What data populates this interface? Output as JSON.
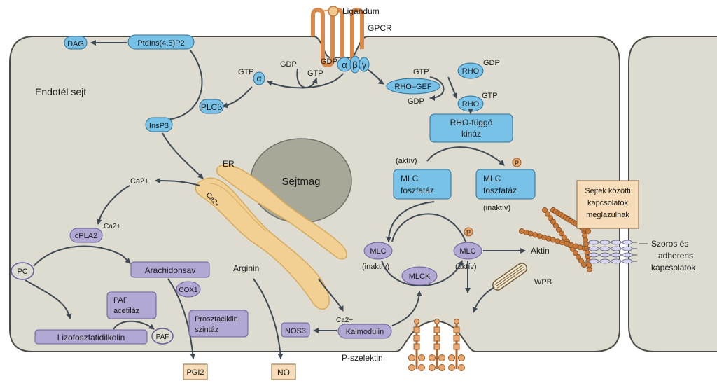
{
  "cell_label": "Endotél sejt",
  "nucleus_label": "Sejtmag",
  "er_label": "ER",
  "er_ca_label": "Ca2+",
  "ligand_label": "Ligandum",
  "gpcr_label": "GPCR",
  "nodes": {
    "dag": "DAG",
    "ptdins": "PtdIns(4,5)P2",
    "plcb": "PLCβ",
    "insp3": "InsP3",
    "alpha_small": "α",
    "alpha": "α",
    "beta": "β",
    "gamma": "γ",
    "rho_gef": "RHO–GEF",
    "rho_gdp": "RHO",
    "rho_gtp": "RHO",
    "rho_kinase_line1": "RHO-függő",
    "rho_kinase_line2": "kináz",
    "mlc_phos_active_line1": "MLC",
    "mlc_phos_active_line2": "foszfatáz",
    "mlc_phos_inactive_line1": "MLC",
    "mlc_phos_inactive_line2": "foszfatáz",
    "cpla2": "cPLA2",
    "pc": "PC",
    "arachidon": "Arachidonsav",
    "cox1": "COX1",
    "paf_acetylase_line1": "PAF",
    "paf_acetylase_line2": "acetiláz",
    "lyso": "Lizofoszfatidilkolin",
    "paf": "PAF",
    "prostacyclin_line1": "Prosztaciklin",
    "prostacyclin_line2": "szintáz",
    "pgi2": "PGI2",
    "no": "NO",
    "nos3": "NOS3",
    "calmodulin": "Kalmodulin",
    "mlc_inactive": "MLC",
    "mlc_active": "MLC",
    "mlck": "MLCK",
    "wpb": "WPB",
    "junction_box_line1": "Sejtek közötti",
    "junction_box_line2": "kapcsolatok",
    "junction_box_line3": "meglazulnak",
    "phospho": "P"
  },
  "labels": {
    "gdp_top": "GDP",
    "gtp_top": "GTP",
    "gtp_alpha": "GTP",
    "gdp_gpcr": "GDP",
    "gtp_rhogef": "GTP",
    "gdp_rhogef": "GDP",
    "gdp_rho": "GDP",
    "gtp_rho": "GTP",
    "aktiv_phos": "(aktív)",
    "inaktiv_phos": "(inaktív)",
    "ca_cytosol": "Ca2+",
    "ca_cpla2": "Ca2+",
    "ca_calmodulin": "Ca2+",
    "arginin": "Arginin",
    "inaktiv_mlc": "(inaktív)",
    "aktiv_mlc": "(aktív)",
    "aktin": "Aktin",
    "p_selectin": "P-szelektin",
    "tight_line1": "Szoros és",
    "tight_line2": "adherens",
    "tight_line3": "kapcsolatok"
  },
  "colors": {
    "cell_fill": "#dedcd0",
    "cell_stroke": "#4a4a46",
    "blue_node": "#78c2e8",
    "purple_node": "#b3a7d3",
    "orange_node": "#e9a870",
    "er_fill": "#f2cf92",
    "nucleus_fill": "#a8a898",
    "arrow": "#3f4a55"
  }
}
